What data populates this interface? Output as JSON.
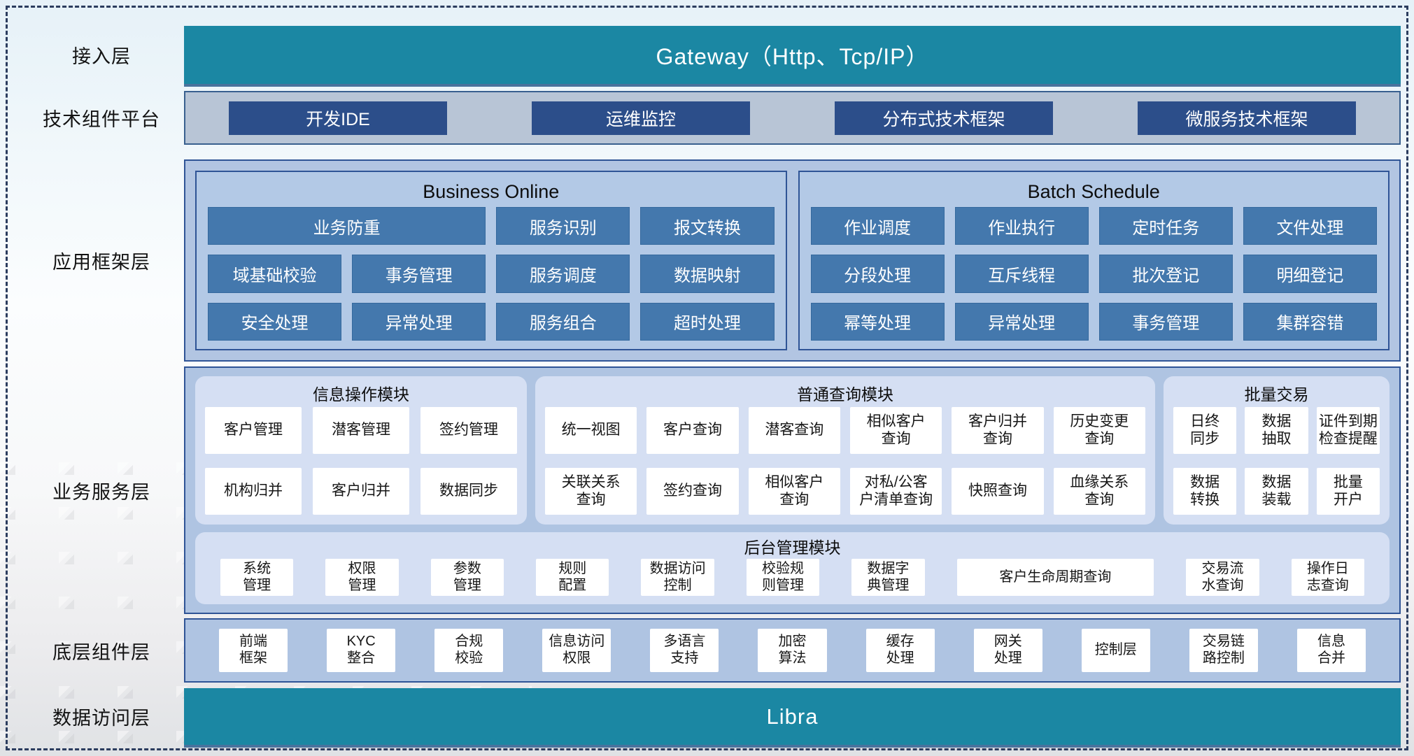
{
  "colors": {
    "teal": "#1b87a3",
    "dark_blue_button": "#2c4e8a",
    "mid_blue_button": "#4478ad",
    "panel_border": "#2f5496",
    "tech_panel_bg": "#b8c5d6",
    "framework_panel_bg": "#b2c5e2",
    "module_card_bg": "#d5dff3",
    "cell_bg": "#ffffff",
    "dashed_border": "#2b3c5e"
  },
  "access": {
    "label": "接入层",
    "bar": "Gateway（Http、Tcp/IP）"
  },
  "tech": {
    "label": "技术组件平台",
    "items": [
      "开发IDE",
      "运维监控",
      "分布式技术框架",
      "微服务技术框架"
    ]
  },
  "app_framework": {
    "label": "应用框架层",
    "panels": [
      {
        "title": "Business Online",
        "items": [
          {
            "t": "业务防重",
            "c": "span2"
          },
          "服务识别",
          "报文转换",
          "域基础校验",
          "事务管理",
          "服务调度",
          "数据映射",
          "安全处理",
          "异常处理",
          "服务组合",
          "超时处理"
        ]
      },
      {
        "title": "Batch Schedule",
        "items": [
          "作业调度",
          "作业执行",
          "定时任务",
          "文件处理",
          "分段处理",
          "互斥线程",
          "批次登记",
          "明细登记",
          "幂等处理",
          "异常处理",
          "事务管理",
          "集群容错"
        ]
      }
    ]
  },
  "business": {
    "label": "业务服务层",
    "modules": [
      {
        "title": "信息操作模块",
        "cells": [
          "客户管理",
          "潜客管理",
          "签约管理",
          "机构归并",
          "客户归并",
          "数据同步"
        ]
      },
      {
        "title": "普通查询模块",
        "cells": [
          "统一视图",
          "客户查询",
          "潜客查询",
          "相似客户\n查询",
          "客户归并\n查询",
          "历史变更\n查询",
          "关联关系\n查询",
          "签约查询",
          "相似客户\n查询",
          "对私/公客\n户清单查询",
          "快照查询",
          "血缘关系\n查询"
        ]
      },
      {
        "title": "批量交易",
        "cells": [
          "日终\n同步",
          "数据\n抽取",
          "证件到期\n检查提醒",
          "数据\n转换",
          "数据\n装载",
          "批量\n开户"
        ]
      }
    ],
    "admin": {
      "title": "后台管理模块",
      "cells": [
        "系统\n管理",
        "权限\n管理",
        "参数\n管理",
        "规则\n配置",
        "数据访问\n控制",
        "校验规\n则管理",
        "数据字\n典管理",
        {
          "t": "客户生命周期查询",
          "c": "wide"
        },
        "交易流\n水查询",
        "操作日\n志查询"
      ]
    }
  },
  "base": {
    "label": "底层组件层",
    "cells": [
      "前端\n框架",
      "KYC\n整合",
      "合规\n校验",
      "信息访问\n权限",
      "多语言\n支持",
      "加密\n算法",
      "缓存\n处理",
      "网关\n处理",
      "控制层",
      "交易链\n路控制",
      "信息\n合并"
    ]
  },
  "data_access": {
    "label": "数据访问层",
    "bar": "Libra"
  }
}
